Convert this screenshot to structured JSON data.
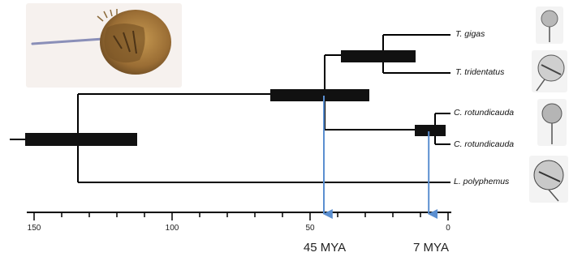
{
  "taxa": [
    {
      "label": "T. gigas"
    },
    {
      "label": "T. tridentatus"
    },
    {
      "label": "C. rotundicauda"
    },
    {
      "label": "C. rotundicauda"
    },
    {
      "label": "L. polyphemus"
    }
  ],
  "axis": {
    "ticks": [
      "150",
      "100",
      "50",
      "0"
    ]
  },
  "events": [
    {
      "label": "45 MYA",
      "age": 45
    },
    {
      "label": "7 MYA",
      "age": 7
    }
  ],
  "images": {
    "top_left": "horseshoe-crab-photo",
    "thumbnails": [
      "crab-thumbnail-icon",
      "crab-thumbnail-icon",
      "crab-thumbnail-icon",
      "crab-thumbnail-icon"
    ]
  }
}
